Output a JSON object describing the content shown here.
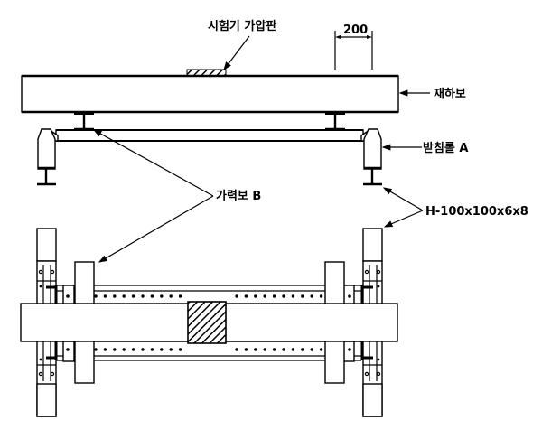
{
  "diagram": {
    "labels": {
      "loading_plate": "시험기 가압판",
      "dimension": "200",
      "loading_beam": "재하보",
      "support_roller": "받침롤 A",
      "spreader_beam": "가력보 B",
      "h_section": "H-100x100x6x8"
    },
    "colors": {
      "line": "#000000",
      "background": "#ffffff"
    }
  }
}
